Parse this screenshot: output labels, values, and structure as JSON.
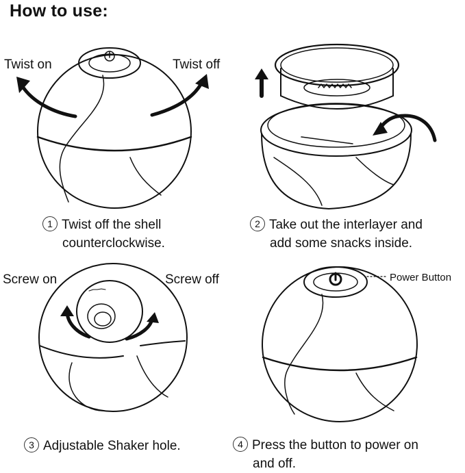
{
  "title": "How to use:",
  "steps": [
    {
      "number": "1",
      "line1": "Twist off the shell",
      "line2": "counterclockwise.",
      "labels": {
        "left": "Twist on",
        "right": "Twist off"
      }
    },
    {
      "number": "2",
      "line1": "Take out the interlayer and",
      "line2": "add some snacks inside."
    },
    {
      "number": "3",
      "line1": "Adjustable Shaker hole.",
      "line2": "",
      "labels": {
        "left": "Screw on",
        "right": "Screw off"
      }
    },
    {
      "number": "4",
      "line1": "Press the button to power on",
      "line2": "and off.",
      "labels": {
        "power": "Power Button"
      }
    }
  ],
  "colors": {
    "stroke": "#111111",
    "background": "#ffffff"
  }
}
